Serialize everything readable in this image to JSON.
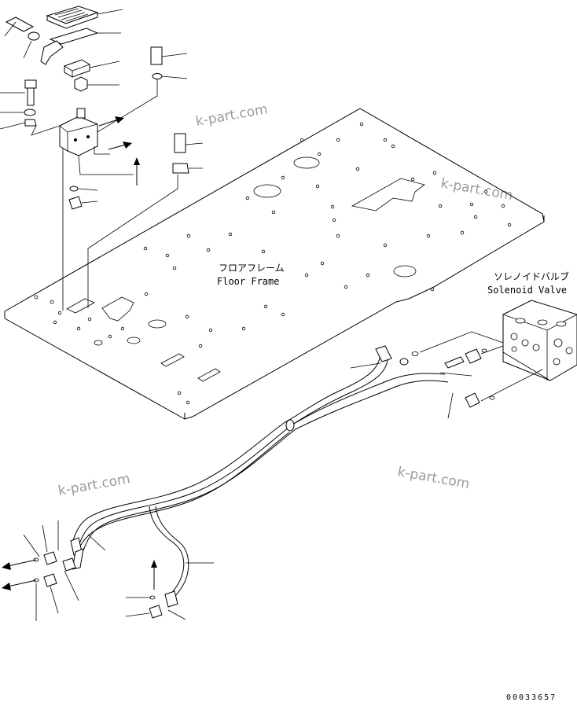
{
  "labels": {
    "floor_frame_jp": "フロアフレーム",
    "floor_frame_en": "Floor Frame",
    "solenoid_valve_jp": "ソレノイドバルブ",
    "solenoid_valve_en": "Solenoid Valve"
  },
  "watermark": "k-part.com",
  "drawing_code": "00033657"
}
